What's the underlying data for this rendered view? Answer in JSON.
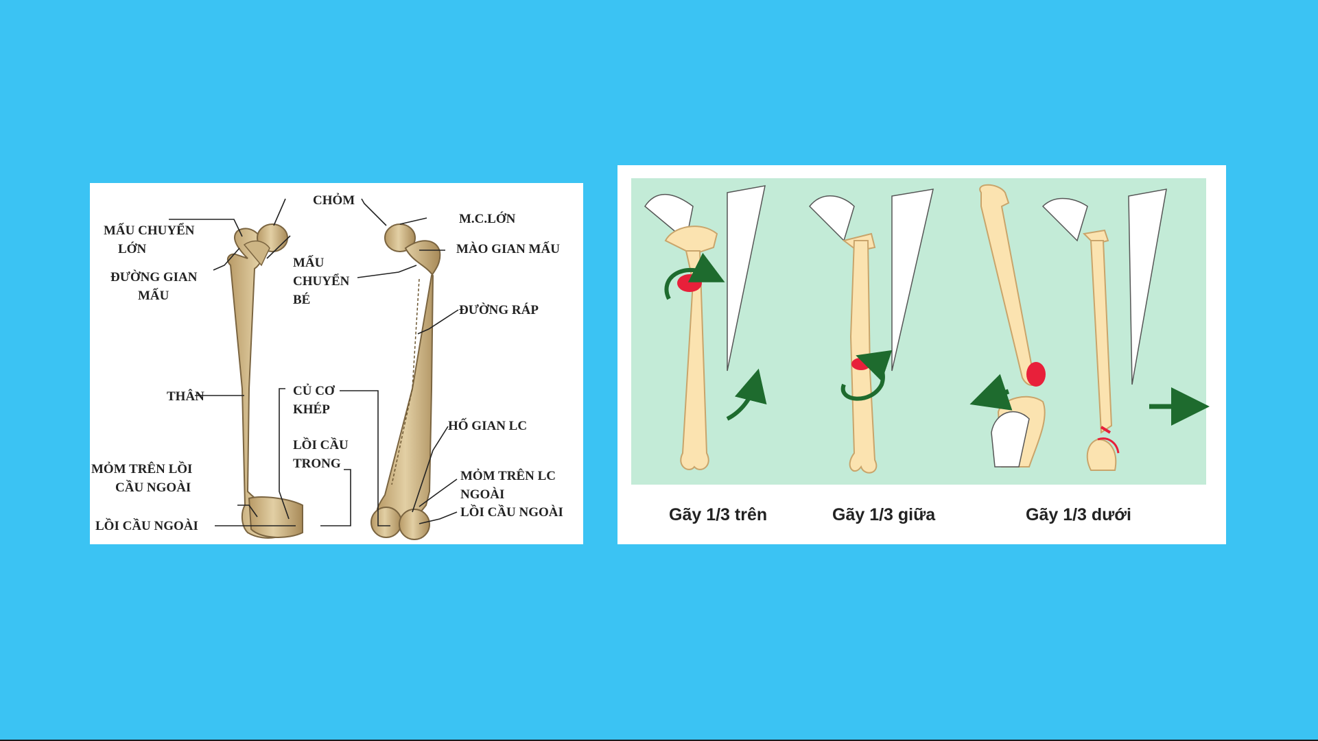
{
  "colors": {
    "slide_background": "#3BC3F3",
    "panel_background": "#FFFFFF",
    "diagram_background": "#C3EBD7",
    "bone_color": "#D9C49A",
    "bone_light": "#FBE3B0",
    "fracture_color": "#E8203A",
    "arrow_color": "#1E6B2E"
  },
  "femur_labels": {
    "chom": "CHỎM",
    "mau_chuyen_lon_1": "MẤU CHUYỂN",
    "mau_chuyen_lon_2": "LỚN",
    "duong_gian_mau_1": "ĐƯỜNG GIAN",
    "duong_gian_mau_2": "MẤU",
    "mau_chuyen_be_1": "MẤU",
    "mau_chuyen_be_2": "CHUYỂN",
    "mau_chuyen_be_3": "BÉ",
    "mc_lon": "M.C.LỚN",
    "mao_gian_mau": "MÀO GIAN MẤU",
    "duong_rap": "ĐƯỜNG RÁP",
    "than": "THÂN",
    "cu_co_khep_1": "CỦ CƠ",
    "cu_co_khep_2": "KHÉP",
    "loi_cau_trong_1": "LỒI CẦU",
    "loi_cau_trong_2": "TRONG",
    "ho_gian_lc": "HỐ GIAN LC",
    "mom_tren_loi_cau_ngoai_1": "MỎM TRÊN  LỒI",
    "mom_tren_loi_cau_ngoai_2": "CẦU NGOÀI",
    "loi_cau_ngoai_left": "LỒI CẦU NGOÀI",
    "mom_tren_lc_ngoai_1": "MỎM TRÊN LC",
    "mom_tren_lc_ngoai_2": "NGOÀI",
    "loi_cau_ngoai_right": "LỒI CẦU NGOÀI"
  },
  "fracture_captions": {
    "upper": "Gãy 1/3 trên",
    "middle": "Gãy 1/3 giữa",
    "lower": "Gãy 1/3 dưới"
  }
}
